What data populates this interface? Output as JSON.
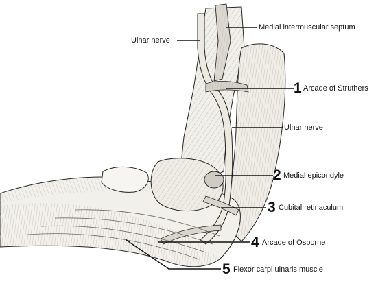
{
  "labels": {
    "ulnar_nerve_top": "Ulnar nerve",
    "medial_intermuscular_septum": "Medial intermuscular septum",
    "arcade_of_struthers": "Arcade of Struthers",
    "ulnar_nerve_right": "Ulnar nerve",
    "medial_epicondyle": "Medial epicondyle",
    "cubital_retinaculum": "Cubital retinaculum",
    "arcade_of_osborne": "Arcade of Osborne",
    "flexor_carpi_ulnaris": "Flexor carpi ulnaris muscle"
  },
  "numbers": {
    "n1": "1",
    "n2": "2",
    "n3": "3",
    "n4": "4",
    "n5": "5"
  },
  "colors": {
    "line": "#111111",
    "skin": "#f3f1ec",
    "shade": "#b9b6ad",
    "nerve": "#e9e6de"
  }
}
